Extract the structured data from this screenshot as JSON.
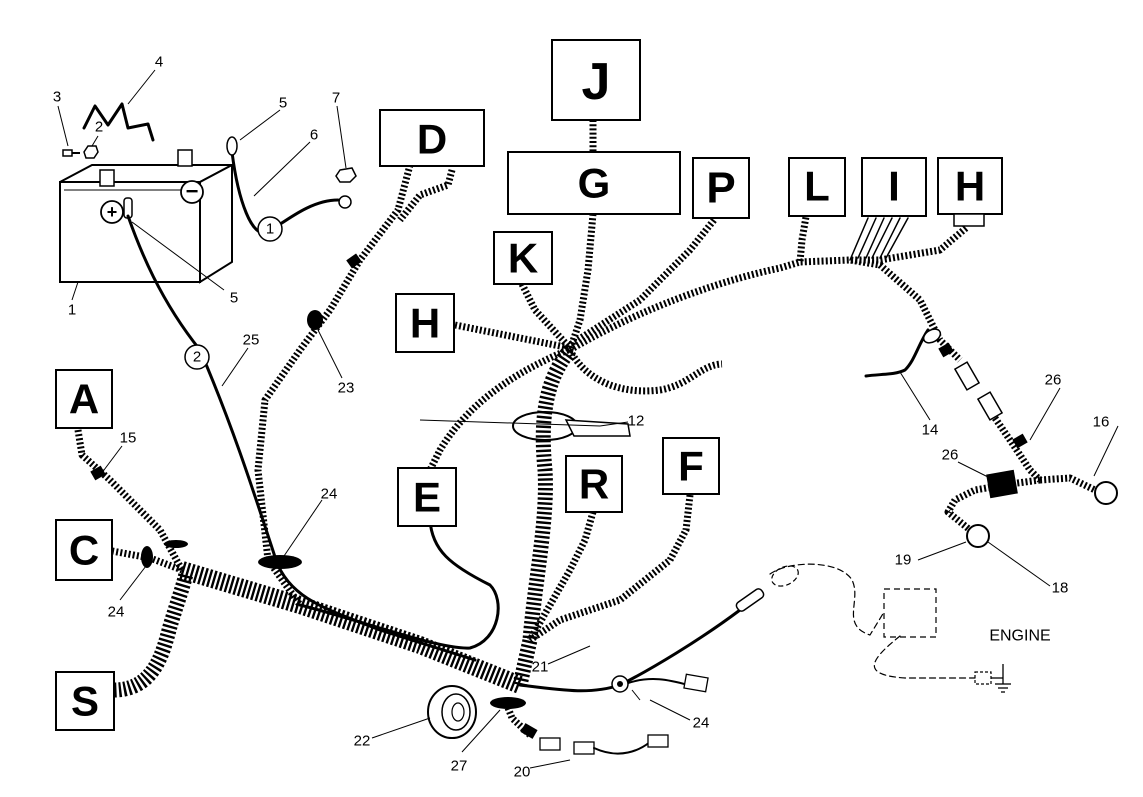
{
  "connectors": {
    "J": "J",
    "G": "G",
    "P": "P",
    "D": "D",
    "K": "K",
    "H_center": "H",
    "L": "L",
    "I": "I",
    "H_right": "H",
    "A": "A",
    "C": "C",
    "S": "S",
    "E": "E",
    "R": "R",
    "F": "F"
  },
  "callouts": {
    "n1": "1",
    "n2": "2",
    "n3": "3",
    "n4": "4",
    "n5a": "5",
    "n5b": "5",
    "n6": "6",
    "n7": "7",
    "n12": "12",
    "n14": "14",
    "n15": "15",
    "n16": "16",
    "n18": "18",
    "n19": "19",
    "n20": "20",
    "n21": "21",
    "n22": "22",
    "n23": "23",
    "n24a": "24",
    "n24b": "24",
    "n24c": "24",
    "n25": "25",
    "n26a": "26",
    "n26b": "26",
    "n27": "27"
  },
  "circled": {
    "c1": "1",
    "c2": "2"
  },
  "battery": {
    "plus": "+",
    "minus": "−"
  },
  "engine_label": "ENGINE",
  "colors": {
    "ink": "#000000",
    "paper": "#ffffff"
  }
}
